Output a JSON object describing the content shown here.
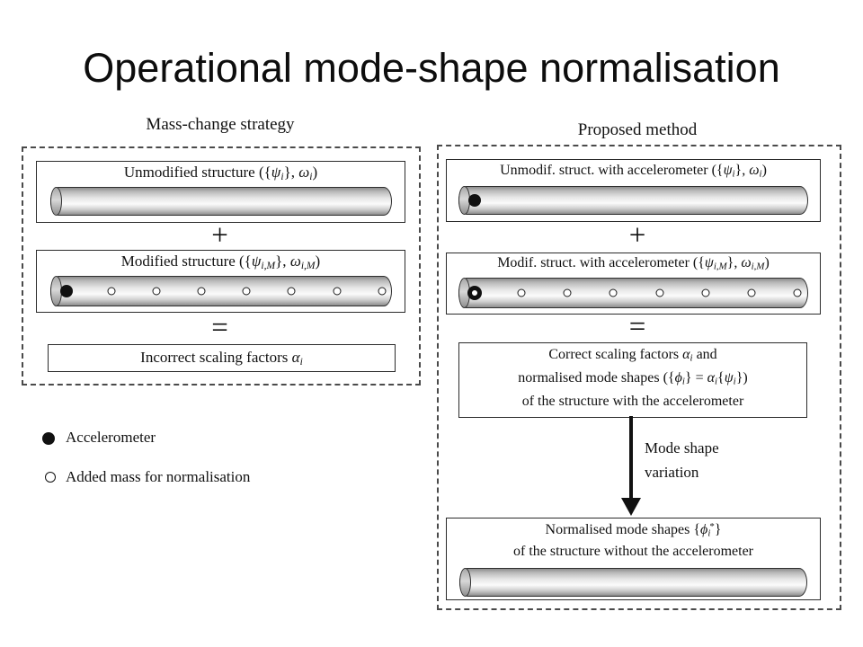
{
  "title": "Operational mode-shape normalisation",
  "signs": {
    "plus": "+",
    "equals": "="
  },
  "left_panel": {
    "header": "Mass-change strategy",
    "unmodified_box": {
      "label_html": "Unmodified structure ({<i>ψ<sub>i</sub></i>}, <i>ω<sub>i</sub></i>)"
    },
    "modified_box": {
      "label_html": "Modified structure ({<i>ψ<sub>i,M</sub></i>}, <i>ω<sub>i,M</sub></i>)"
    },
    "result_box": {
      "label_html": "Incorrect scaling factors <i>α<sub>i</sub></i>"
    }
  },
  "right_panel": {
    "header": "Proposed method",
    "unmodified_box": {
      "label_html": "Unmodif. struct. with accelerometer ({<i>ψ<sub>i</sub></i>}, <i>ω<sub>i</sub></i>)"
    },
    "modified_box": {
      "label_html": "Modif. struct. with accelerometer ({<i>ψ<sub>i,M</sub></i>}, <i>ω<sub>i,M</sub></i>)"
    },
    "result_box": {
      "line1_html": "Correct scaling factors <i>α<sub>i</sub></i> and",
      "line2_html": "normalised mode shapes ({<i>ϕ<sub>i</sub></i>} = <i>α<sub>i</sub></i>{<i>ψ<sub>i</sub></i>})",
      "line3_html": "of the structure with the accelerometer"
    },
    "arrow_label": "Mode shape variation",
    "final_box": {
      "line1_html": "Normalised mode shapes {<i>ϕ<sub>i</sub></i><sup>*</sup>}",
      "line2_html": "of the structure without the accelerometer"
    }
  },
  "legend": {
    "accelerometer_label": "Accelerometer",
    "added_mass_label": "Added mass for normalisation"
  },
  "beams": {
    "left_unmodified": {
      "markers": []
    },
    "left_modified": {
      "markers": [
        "accelerometer",
        "mass",
        "mass",
        "mass",
        "mass",
        "mass",
        "mass",
        "mass"
      ]
    },
    "right_unmodified": {
      "markers": [
        "accelerometer"
      ]
    },
    "right_modified": {
      "markers": [
        "accelerometer-with-mass",
        "mass",
        "mass",
        "mass",
        "mass",
        "mass",
        "mass",
        "mass"
      ]
    },
    "right_final": {
      "markers": []
    }
  },
  "colors": {
    "text": "#111111",
    "box_border": "#2b2b2b",
    "dashed_border": "#4a4a4a",
    "beam_outline": "#2e2e2e"
  }
}
